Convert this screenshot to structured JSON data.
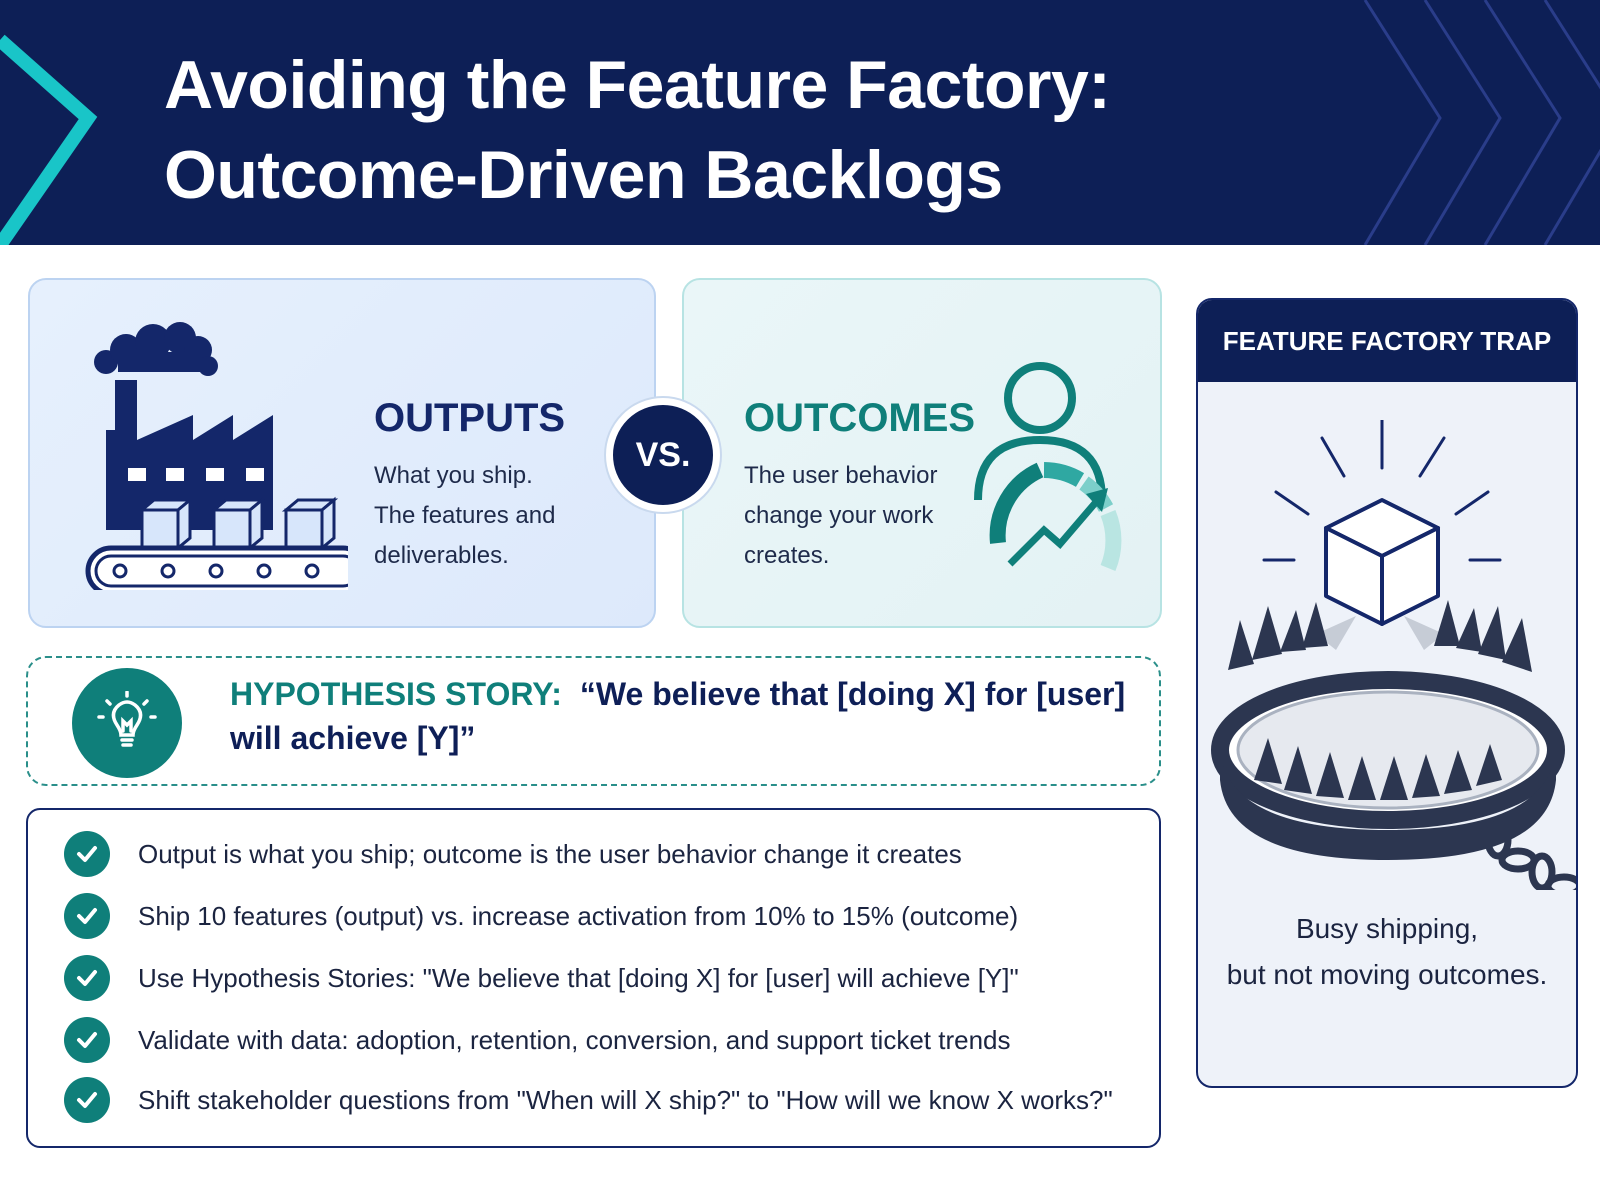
{
  "header": {
    "title_line1": "Avoiding the Feature Factory:",
    "title_line2": "Outcome-Driven Backlogs"
  },
  "outputs": {
    "title": "OUTPUTS",
    "line1": "What you ship.",
    "line2": "The features and",
    "line3": "deliverables."
  },
  "vs_label": "VS.",
  "outcomes": {
    "title": "OUTCOMES",
    "line1": "The user behavior",
    "line2": "change your work",
    "line3": "creates."
  },
  "hypothesis": {
    "label": "HYPOTHESIS STORY:",
    "quote": "“We believe that [doing X] for [user] will achieve [Y]”"
  },
  "checklist": [
    "Output is what you ship; outcome is the user behavior change it creates",
    "Ship 10 features (output) vs. increase activation from 10% to 15% (outcome)",
    "Use Hypothesis Stories: \"We believe that [doing X] for [user] will achieve [Y]\"",
    "Validate with data: adoption, retention, conversion, and support ticket trends",
    "Shift stakeholder questions from \"When will X ship?\" to \"How will we know X works?\""
  ],
  "trap": {
    "title": "FEATURE FACTORY TRAP",
    "caption_line1": "Busy shipping,",
    "caption_line2": "but not moving outcomes."
  },
  "icons": {
    "factory": "factory-icon",
    "person_growth": "person-growth-icon",
    "lightbulb": "lightbulb-icon",
    "check": "checkmark-icon",
    "bear_trap": "bear-trap-icon"
  },
  "colors": {
    "navy": "#0d1f56",
    "teal": "#0f7f7a",
    "light_blue": "#e3edfc",
    "light_teal": "#e6f4f6"
  }
}
